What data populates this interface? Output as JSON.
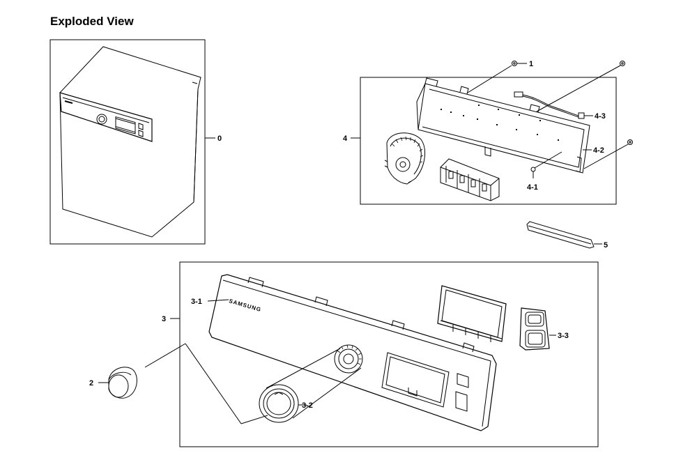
{
  "page": {
    "title": "Exploded View"
  },
  "brand_text": "SAMSUNG",
  "callouts": {
    "c0": "0",
    "c1": "1",
    "c2": "2",
    "c3": "3",
    "c3_1": "3-1",
    "c3_2": "3-2",
    "c3_3": "3-3",
    "c4": "4",
    "c4_1": "4-1",
    "c4_2": "4-2",
    "c4_3": "4-3",
    "c5": "5"
  }
}
